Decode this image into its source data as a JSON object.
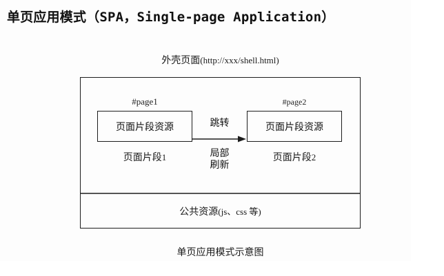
{
  "diagram": {
    "title": "单页应用模式（SPA，Single-page Application）",
    "caption": "单页应用模式示意图",
    "shell": {
      "label_cjk": "外壳页面",
      "label_url": "(http://xxx/shell.html)"
    },
    "fragments": [
      {
        "anchor": "#page1",
        "box_text": "页面片段资源",
        "caption_cjk": "页面片段",
        "caption_num": "1"
      },
      {
        "anchor": "#page2",
        "box_text": "页面片段资源",
        "caption_cjk": "页面片段",
        "caption_num": "2"
      }
    ],
    "transition": {
      "label_above": "跳转",
      "label_below_line1": "局部",
      "label_below_line2": "刷新",
      "arrow_direction": "right"
    },
    "common_resources": {
      "text_cjk": "公共资源",
      "text_latin": "(js、css 等)"
    }
  },
  "colors": {
    "stroke": "#1c1c1c",
    "divider": "#555555",
    "text": "#1a1a1a",
    "page_background": "#fdfdfd"
  }
}
